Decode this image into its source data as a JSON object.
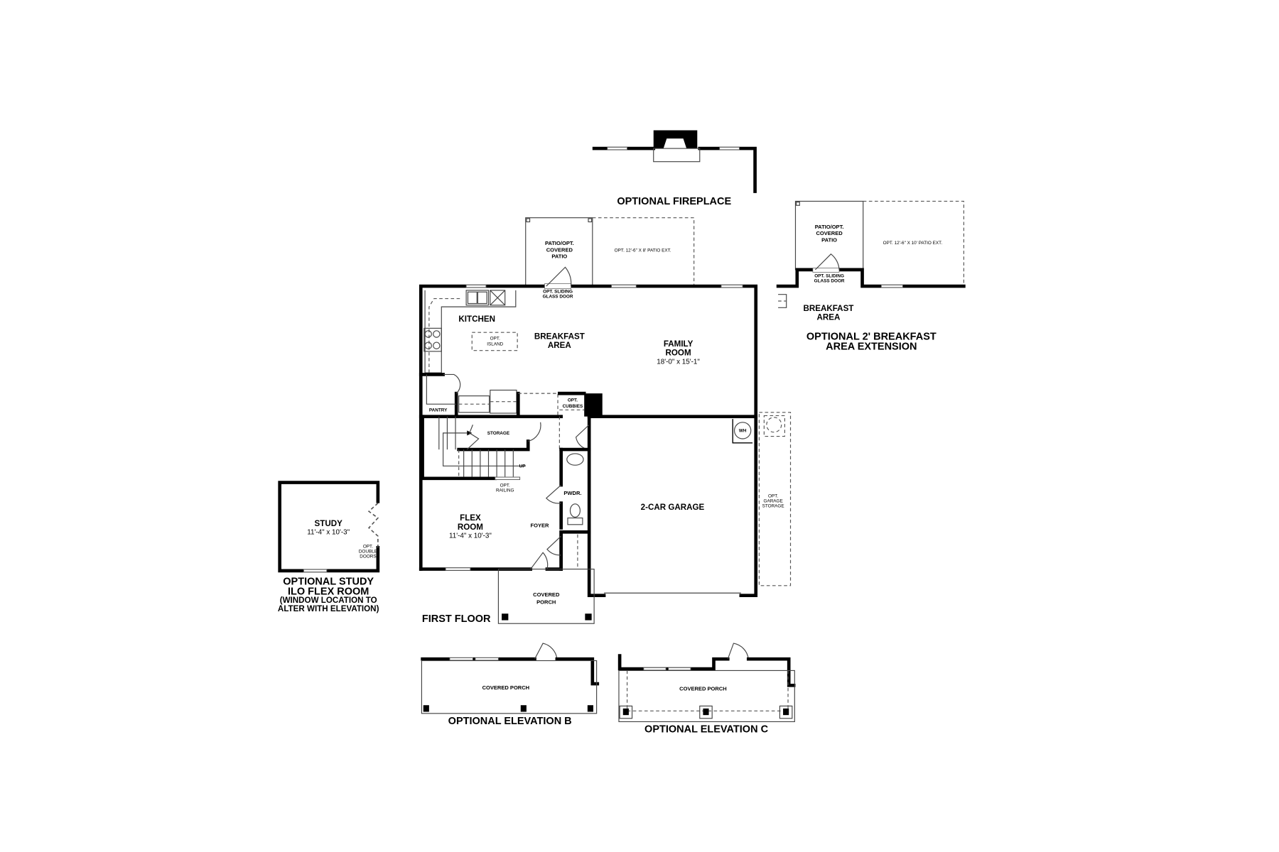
{
  "title": "FIRST FLOOR",
  "rooms": {
    "kitchen": {
      "name": "KITCHEN"
    },
    "island": {
      "name_line1": "OPT.",
      "name_line2": "ISLAND"
    },
    "breakfast": {
      "line1": "BREAKFAST",
      "line2": "AREA"
    },
    "family": {
      "line1": "FAMILY",
      "line2": "ROOM",
      "dims": "18'-0\" x 15'-1\""
    },
    "pantry": {
      "name": "PANTRY"
    },
    "storage": {
      "name": "STORAGE"
    },
    "stairs": {
      "up": "UP",
      "railing_line1": "OPT.",
      "railing_line2": "RAILING"
    },
    "cubbies": {
      "line1": "OPT.",
      "line2": "CUBBIES"
    },
    "powder": {
      "name": "PWDR."
    },
    "foyer": {
      "name": "FOYER"
    },
    "flex": {
      "line1": "FLEX",
      "line2": "ROOM",
      "dims": "11'-4\" x 10'-3\""
    },
    "garage": {
      "name": "2-CAR GARAGE"
    },
    "water_heater": {
      "name": "WH"
    },
    "garage_storage": {
      "line1": "OPT.",
      "line2": "GARAGE",
      "line3": "STORAGE"
    },
    "covered_porch": {
      "line1": "COVERED",
      "line2": "PORCH"
    },
    "patio": {
      "line1": "PATIO/OPT.",
      "line2": "COVERED",
      "line3": "PATIO"
    },
    "patio_ext": {
      "label": "OPT. 12'-6\" X 8' PATIO EXT."
    },
    "sliding_door": {
      "line1": "OPT. SLIDING",
      "line2": "GLASS DOOR"
    }
  },
  "options": {
    "fireplace": {
      "label": "OPTIONAL FIREPLACE"
    },
    "breakfast_ext": {
      "patio_line1": "PATIO/OPT.",
      "patio_line2": "COVERED",
      "patio_line3": "PATIO",
      "patio_ext": "OPT. 12'-6\" X 10' PATIO EXT.",
      "door_line1": "OPT. SLIDING",
      "door_line2": "GLASS DOOR",
      "room_line1": "BREAKFAST",
      "room_line2": "AREA",
      "label_line1": "OPTIONAL 2' BREAKFAST",
      "label_line2": "AREA EXTENSION"
    },
    "study": {
      "name": "STUDY",
      "dims": "11'-4\" x 10'-3\"",
      "doors_line1": "OPT.",
      "doors_line2": "DOUBLE",
      "doors_line3": "DOORS",
      "label_line1": "OPTIONAL STUDY",
      "label_line2": "ILO FLEX ROOM",
      "label_line3": "(WINDOW LOCATION TO",
      "label_line4": "ALTER WITH ELEVATION)"
    },
    "elevation_b": {
      "porch": "COVERED PORCH",
      "label": "OPTIONAL ELEVATION B"
    },
    "elevation_c": {
      "porch": "COVERED PORCH",
      "label": "OPTIONAL ELEVATION C"
    }
  }
}
